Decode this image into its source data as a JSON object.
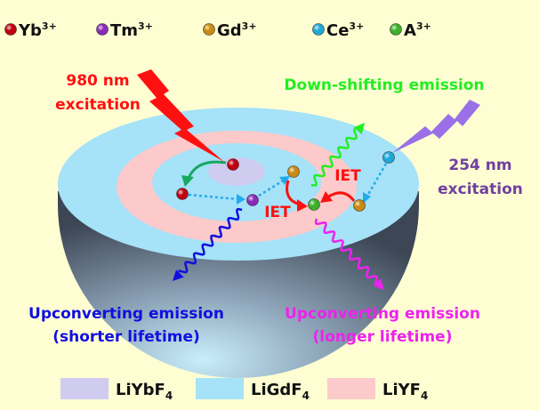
{
  "legend_ions": [
    {
      "label": "Yb",
      "sup": "3+",
      "color": "#c00010"
    },
    {
      "label": "Tm",
      "sup": "3+",
      "color": "#8a2ab8"
    },
    {
      "label": "Gd",
      "sup": "3+",
      "color": "#c98a10"
    },
    {
      "label": "Ce",
      "sup": "3+",
      "color": "#1ea8d8"
    },
    {
      "label": "A",
      "sup": "3+",
      "color": "#3cb02a"
    }
  ],
  "labels": {
    "exc980_line1": "980 nm",
    "exc980_line2": "excitation",
    "downshift": "Down-shifting emission",
    "exc254_line1": "254 nm",
    "exc254_line2": "excitation",
    "iet1": "IET",
    "iet2": "IET",
    "uc_short_line1": "Upconverting emission",
    "uc_short_line2": "(shorter lifetime)",
    "uc_long_line1": "Upconverting emission",
    "uc_long_line2": "(longer lifetime)"
  },
  "legend_layers": [
    {
      "label": "LiYbF",
      "sub": "4",
      "color": "#cfccf0"
    },
    {
      "label": "LiGdF",
      "sub": "4",
      "color": "#a6e2f8"
    },
    {
      "label": "LiYF",
      "sub": "4",
      "color": "#fccaca"
    }
  ],
  "colors": {
    "red": "#ff1010",
    "green": "#22ee22",
    "purple": "#7040a0",
    "blue": "#1010e0",
    "magenta": "#ee22ee",
    "cyan": "#22aaee"
  }
}
